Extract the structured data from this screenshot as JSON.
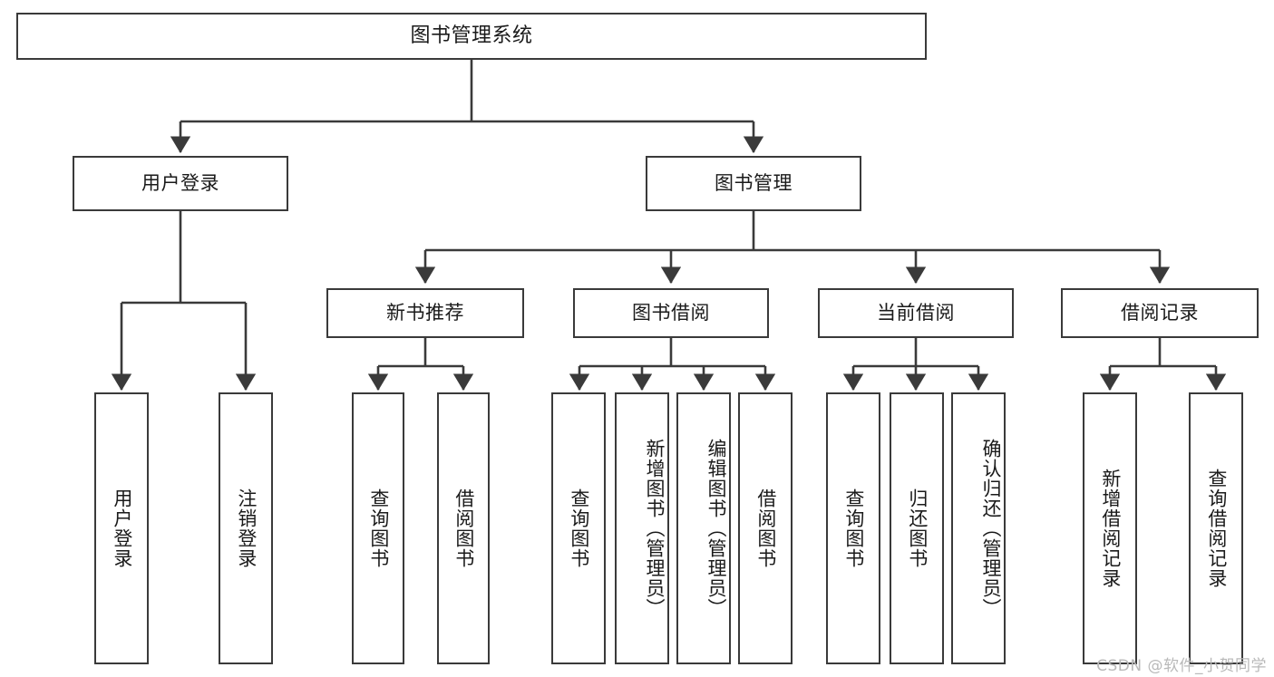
{
  "diagram": {
    "type": "tree-hierarchy-chart",
    "title": "图书管理系统",
    "orientation": "top-down",
    "stroke_color": "#3a3a3a",
    "fill_color": "#ffffff",
    "text_color": "#1a1a1a",
    "background": "#ffffff"
  },
  "nodes": {
    "root": {
      "label": "图书管理系统",
      "level": 0
    },
    "level1": [
      {
        "id": "user-login",
        "label": "用户登录"
      },
      {
        "id": "book-manage",
        "label": "图书管理"
      }
    ],
    "level2": [
      {
        "id": "new-book-recommend",
        "label": "新书推荐"
      },
      {
        "id": "book-borrow",
        "label": "图书借阅"
      },
      {
        "id": "current-borrow",
        "label": "当前借阅"
      },
      {
        "id": "borrow-record",
        "label": "借阅记录"
      }
    ],
    "leaves": {
      "user-login": [
        {
          "id": "leaf-user-login",
          "label": "用户登录"
        },
        {
          "id": "leaf-user-logout",
          "label": "注销登录"
        }
      ],
      "new-book-recommend": [
        {
          "id": "leaf-query-book-1",
          "label": "查询图书"
        },
        {
          "id": "leaf-borrow-book-1",
          "label": "借阅图书"
        }
      ],
      "book-borrow": [
        {
          "id": "leaf-query-book-2",
          "label": "查询图书"
        },
        {
          "id": "leaf-add-book",
          "label": "新增图书（管理员）"
        },
        {
          "id": "leaf-edit-book",
          "label": "编辑图书（管理员）"
        },
        {
          "id": "leaf-borrow-book-2",
          "label": "借阅图书"
        }
      ],
      "current-borrow": [
        {
          "id": "leaf-query-book-3",
          "label": "查询图书"
        },
        {
          "id": "leaf-return-book",
          "label": "归还图书"
        },
        {
          "id": "leaf-confirm-return",
          "label": "确认归还（管理员）"
        }
      ],
      "borrow-record": [
        {
          "id": "leaf-add-borrow-record",
          "label": "新增借阅记录"
        },
        {
          "id": "leaf-query-borrow-record",
          "label": "查询借阅记录"
        }
      ]
    }
  },
  "watermark": {
    "text": "CSDN @软件_小贺同学"
  }
}
